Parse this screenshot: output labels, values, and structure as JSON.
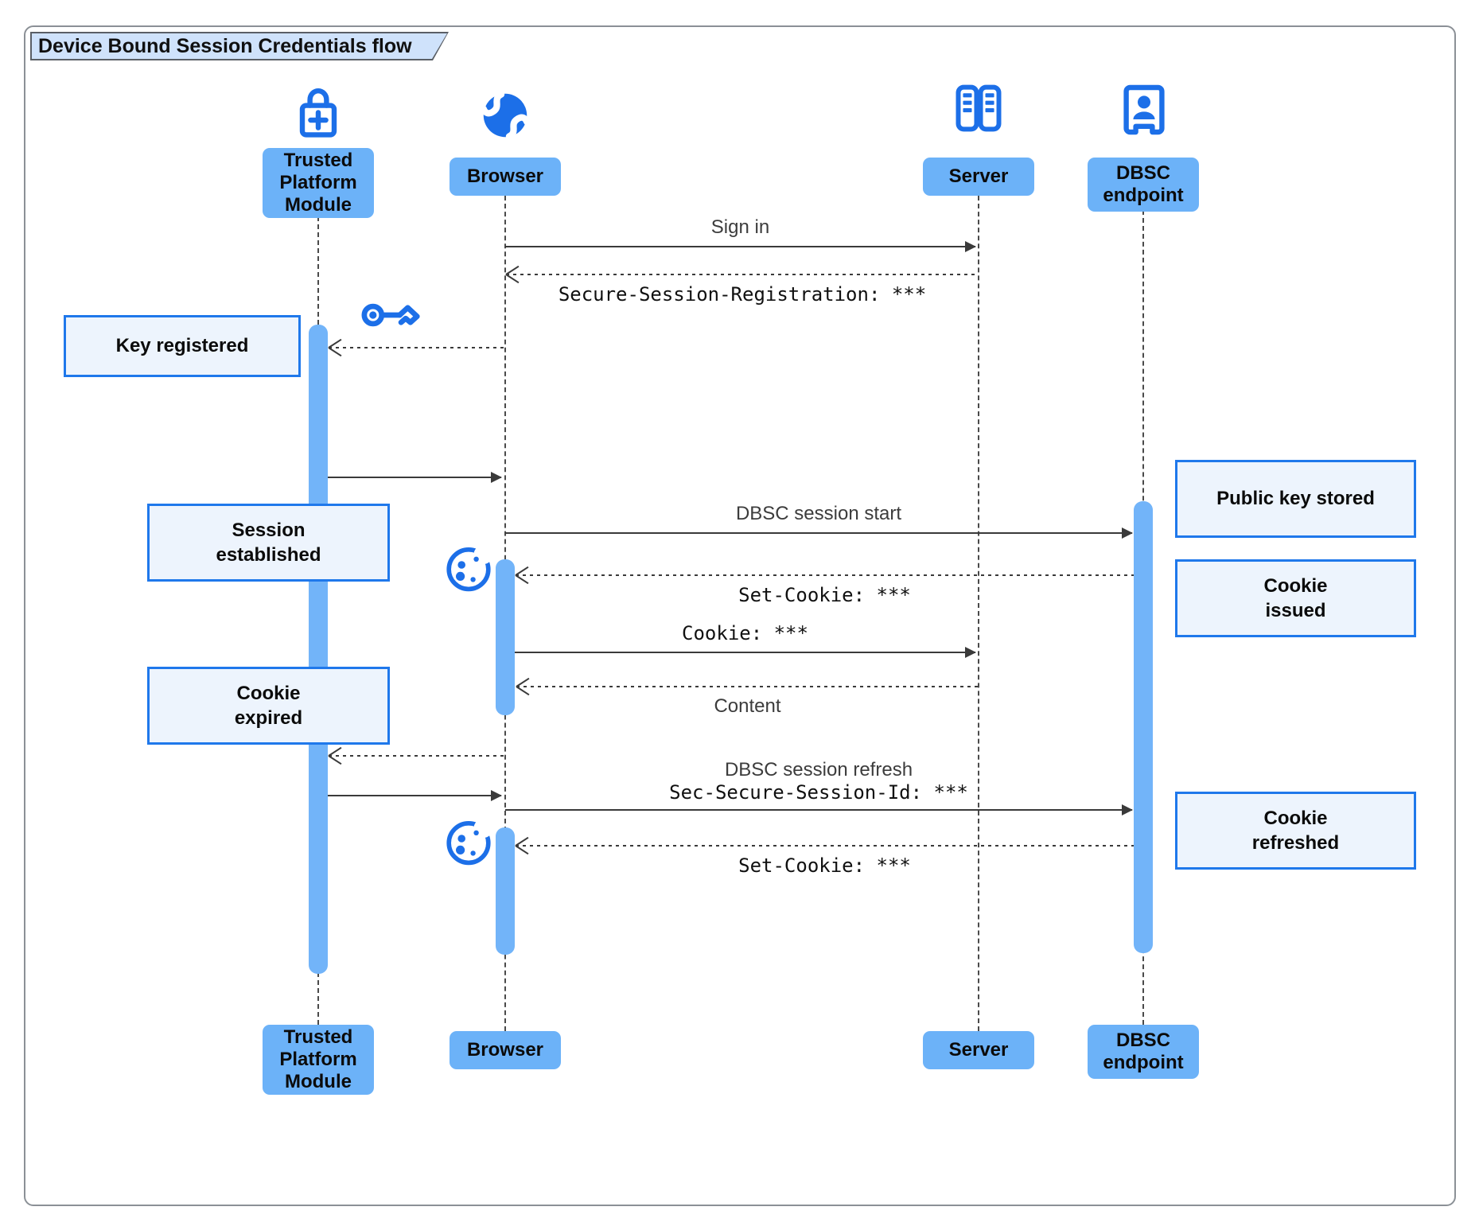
{
  "title": "Device Bound Session Credentials flow",
  "actors": {
    "tpm": {
      "label": "Trusted\nPlatform\nModule"
    },
    "browser": {
      "label": "Browser"
    },
    "server": {
      "label": "Server"
    },
    "dbsc": {
      "label": "DBSC\nendpoint"
    }
  },
  "notes": {
    "key_registered": "Key registered",
    "session_established": "Session\nestablished",
    "cookie_expired": "Cookie\nexpired",
    "public_key_stored": "Public key stored",
    "cookie_issued": "Cookie\nissued",
    "cookie_refreshed": "Cookie\nrefreshed"
  },
  "messages": {
    "sign_in": {
      "label": "Sign in"
    },
    "session_registration": {
      "label": "Secure-Session-Registration: ***"
    },
    "dbsc_session_start": {
      "label": "DBSC session start"
    },
    "set_cookie_1": {
      "label": "Set-Cookie: ***"
    },
    "cookie": {
      "label": "Cookie: ***"
    },
    "content": {
      "label": "Content"
    },
    "dbsc_session_refresh": {
      "label_line1": "DBSC session refresh",
      "label_line2": "Sec-Secure-Session-Id: ***"
    },
    "set_cookie_2": {
      "label": "Set-Cookie: ***"
    }
  },
  "icons": {
    "tpm": "lock-plus-icon",
    "browser": "globe-icon",
    "server": "server-rack-icon",
    "dbsc": "contact-badge-icon",
    "key": "key-icon",
    "cookie": "cookie-icon"
  },
  "colors": {
    "actor_fill": "#6cb2f8",
    "activation_fill": "#72b4f9",
    "note_fill": "#edf4fd",
    "note_border": "#1f78eb",
    "icon_blue": "#1c6fe8",
    "arrow": "#3a3a3a",
    "title_fill": "#cfe2fb",
    "frame_border": "#8b9096"
  }
}
